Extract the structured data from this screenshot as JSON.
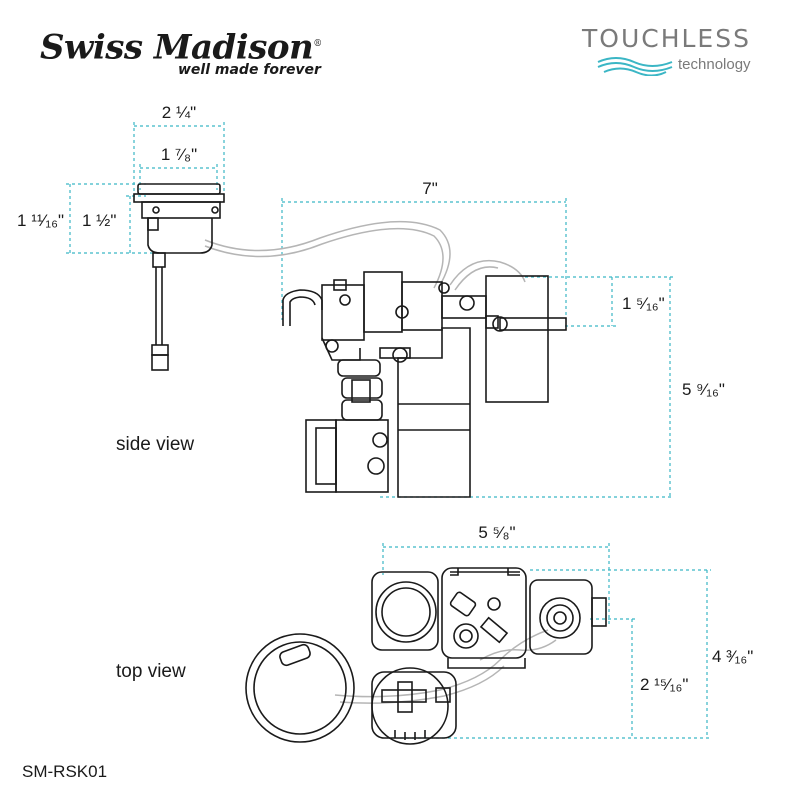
{
  "brand": {
    "name": "Swiss Madison",
    "tagline": "well made forever",
    "registered_mark": "®"
  },
  "badge": {
    "title": "TOUCHLESS",
    "subtitle": "technology",
    "accent_color": "#3bb6c5"
  },
  "colors": {
    "dimension_lines": "#3bb6c5",
    "outline": "#1a1a1a",
    "tubing": "#b5b5b5"
  },
  "dimensions": {
    "button_outer_width": "2 ¼\"",
    "button_inner_width": "1 ⁷⁄₈\"",
    "button_total_height": "1 ¹¹⁄₁₆\"",
    "button_body_height": "1 ½\"",
    "valve_width": "7\"",
    "sensor_height": "1 ⁵⁄₁₆\"",
    "valve_height": "5 ⁹⁄₁₆\"",
    "top_width": "5 ⁵⁄₈\"",
    "top_depth": "4 ³⁄₁₆\"",
    "top_partial_depth": "2 ¹⁵⁄₁₆\""
  },
  "views": {
    "side": "side view",
    "top": "top view"
  },
  "model": "SM-RSK01"
}
